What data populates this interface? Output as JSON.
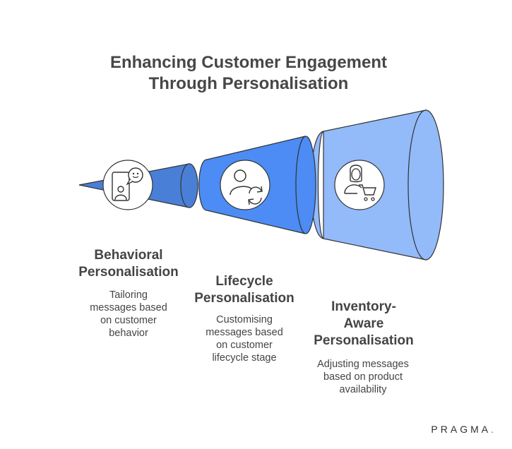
{
  "title_line1": "Enhancing Customer Engagement",
  "title_line2": "Through Personalisation",
  "stages": [
    {
      "heading_line1": "Behavioral",
      "heading_line2": "Personalisation",
      "desc_lines": [
        "Tailoring",
        "messages based",
        "on customer",
        "behavior"
      ],
      "icon": "chat-user-icon",
      "color": "#4a7fd8"
    },
    {
      "heading_line1": "Lifecycle",
      "heading_line2": "Personalisation",
      "desc_lines": [
        "Customising",
        "messages based",
        "on customer",
        "lifecycle stage"
      ],
      "icon": "user-cycle-icon",
      "color": "#4c8cf4"
    },
    {
      "heading_line1": "Inventory-",
      "heading_line2": "Aware",
      "heading_line3": "Personalisation",
      "desc_lines": [
        "Adjusting messages",
        "based on product",
        "availability"
      ],
      "icon": "shopper-cart-icon",
      "color": "#93baf9"
    }
  ],
  "brand": {
    "name": "PRAGMA",
    "dot": "."
  },
  "colors": {
    "outline": "#333333",
    "cone_small": "#4a7fd8",
    "cone_mid": "#4c8cf4",
    "cone_large": "#93baf9"
  }
}
